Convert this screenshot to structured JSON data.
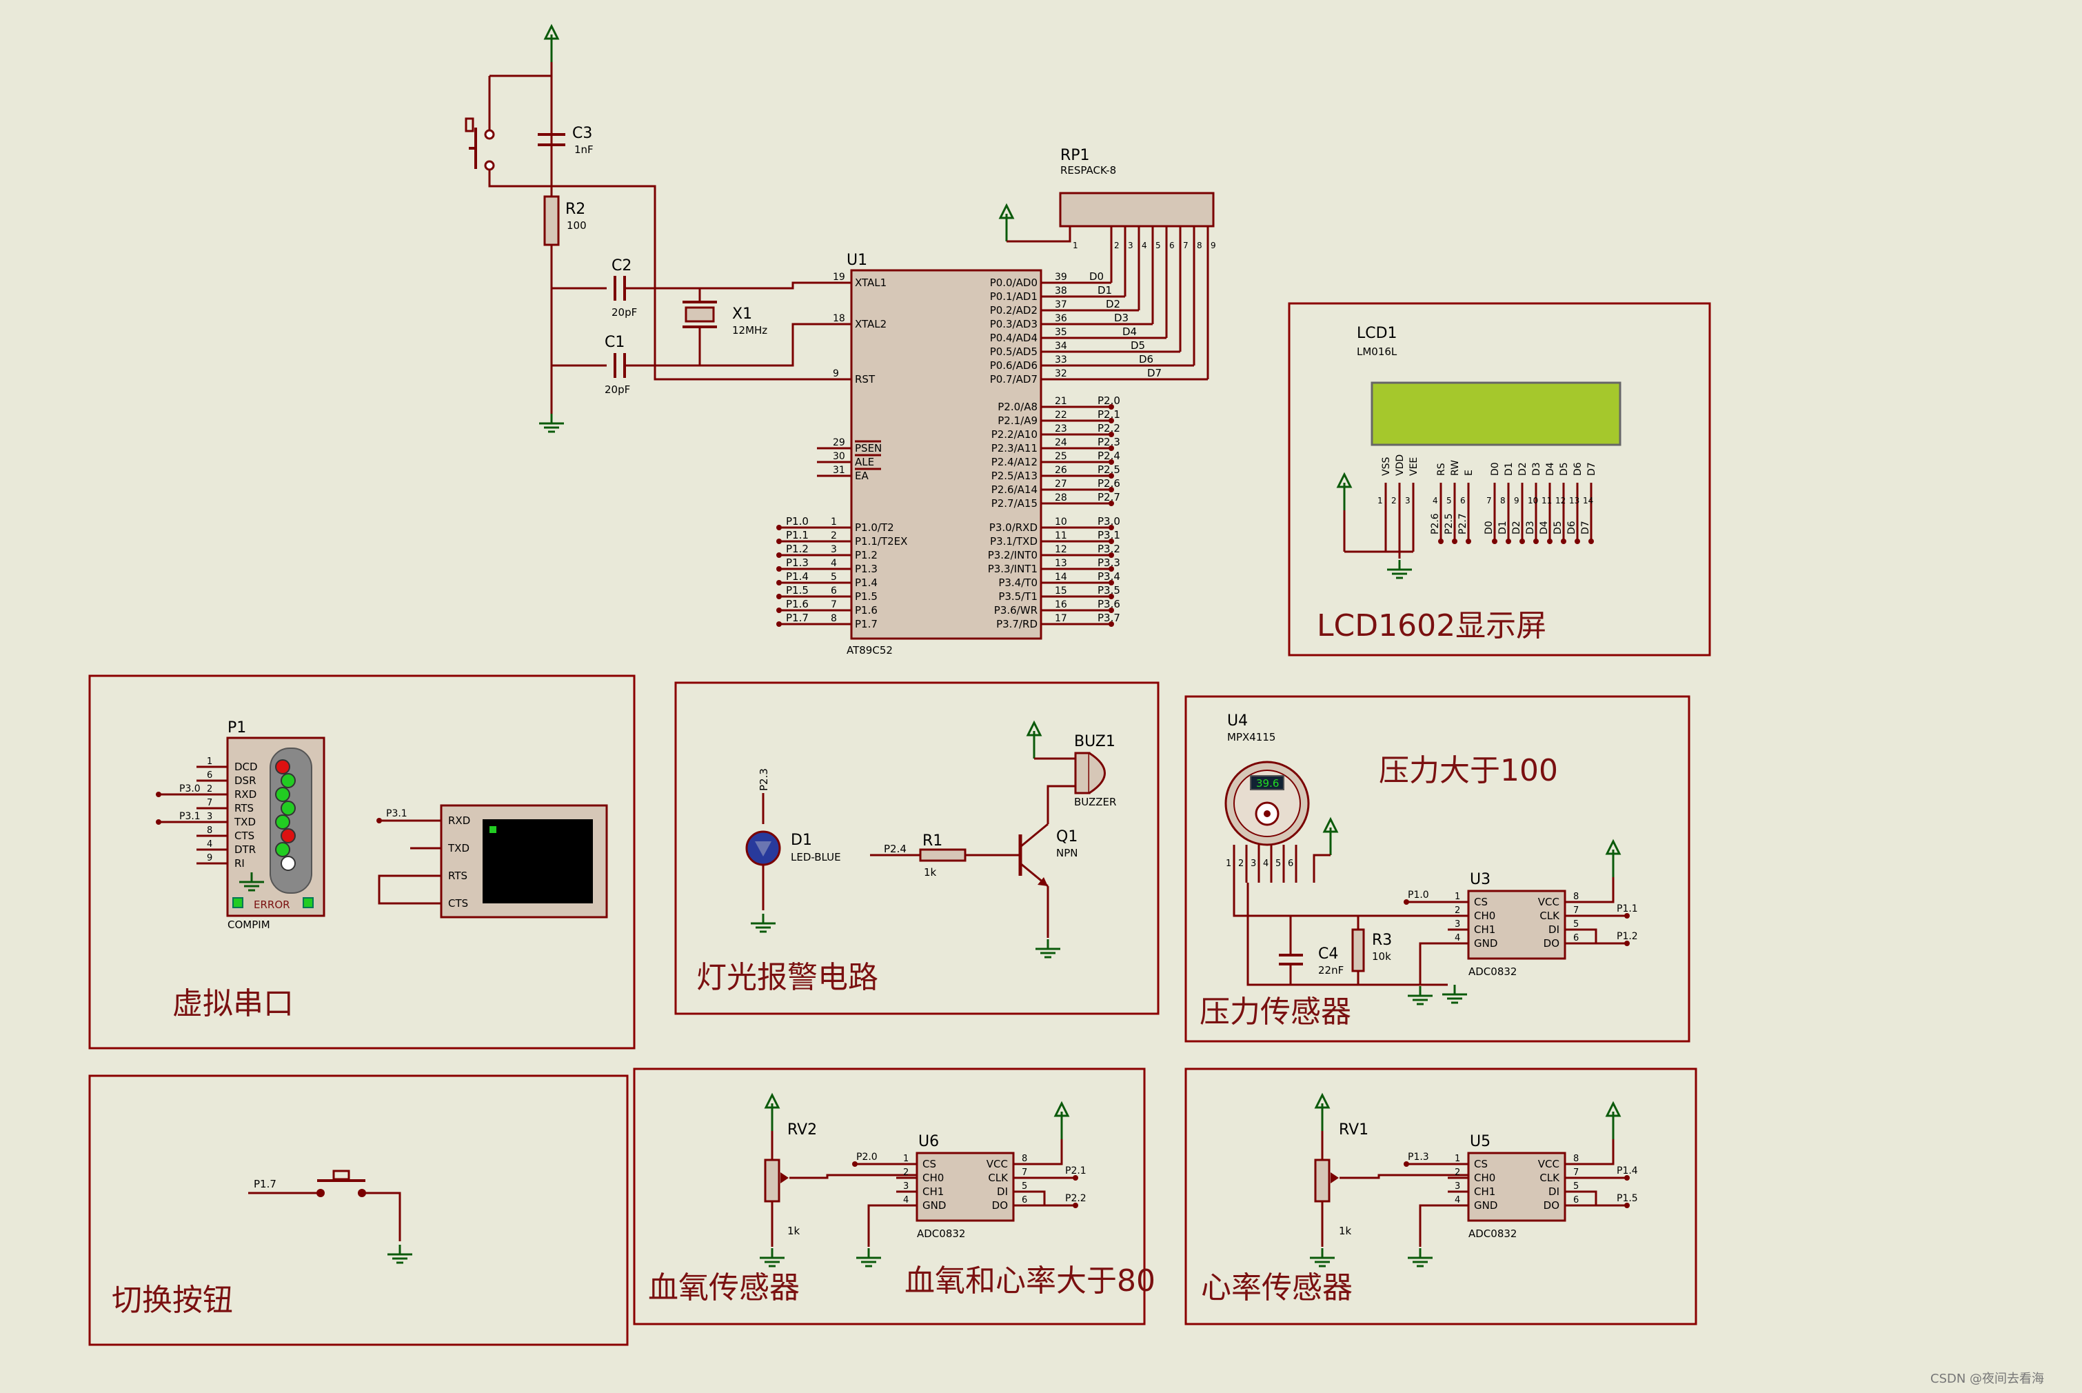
{
  "sections": {
    "lcd_title": "LCD1602显示屏",
    "serial_title": "虚拟串口",
    "light_title": "灯光报警电路",
    "pressure_title": "压力传感器",
    "pressure_note": "压力大于100",
    "switch_title": "切换按钮",
    "spo2_title": "血氧传感器",
    "spo2_note": "血氧和心率大于80",
    "heart_title": "心率传感器"
  },
  "components": {
    "c3": {
      "ref": "C3",
      "value": "1nF"
    },
    "r2": {
      "ref": "R2",
      "value": "100"
    },
    "c2": {
      "ref": "C2",
      "value": "20pF"
    },
    "c1": {
      "ref": "C1",
      "value": "20pF"
    },
    "x1": {
      "ref": "X1",
      "value": "12MHz"
    },
    "rp1": {
      "ref": "RP1",
      "value": "RESPACK-8"
    },
    "u1": {
      "ref": "U1",
      "value": "AT89C52"
    },
    "lcd1": {
      "ref": "LCD1",
      "value": "LM016L"
    },
    "p1": {
      "ref": "P1",
      "value": "COMPIM",
      "error": "ERROR"
    },
    "d1": {
      "ref": "D1",
      "value": "LED-BLUE"
    },
    "r1": {
      "ref": "R1",
      "value": "1k"
    },
    "q1": {
      "ref": "Q1",
      "value": "NPN"
    },
    "buz1": {
      "ref": "BUZ1",
      "value": "BUZZER"
    },
    "u4": {
      "ref": "U4",
      "value": "MPX4115",
      "reading": "39.6"
    },
    "u3": {
      "ref": "U3",
      "value": "ADC0832"
    },
    "c4": {
      "ref": "C4",
      "value": "22nF"
    },
    "r3": {
      "ref": "R3",
      "value": "10k"
    },
    "rv2": {
      "ref": "RV2",
      "value": "1k"
    },
    "u6": {
      "ref": "U6",
      "value": "ADC0832"
    },
    "rv1": {
      "ref": "RV1",
      "value": "1k"
    },
    "u5": {
      "ref": "U5",
      "value": "ADC0832"
    }
  },
  "mcu": {
    "left_pins": [
      {
        "num": "19",
        "name": "XTAL1"
      },
      {
        "num": "18",
        "name": "XTAL2"
      },
      {
        "num": "9",
        "name": "RST"
      },
      {
        "num": "29",
        "name": "PSEN"
      },
      {
        "num": "30",
        "name": "ALE"
      },
      {
        "num": "31",
        "name": "EA"
      }
    ],
    "p1_pins": [
      {
        "num": "1",
        "name": "P1.0/T2",
        "net": "P1.0"
      },
      {
        "num": "2",
        "name": "P1.1/T2EX",
        "net": "P1.1"
      },
      {
        "num": "3",
        "name": "P1.2",
        "net": "P1.2"
      },
      {
        "num": "4",
        "name": "P1.3",
        "net": "P1.3"
      },
      {
        "num": "5",
        "name": "P1.4",
        "net": "P1.4"
      },
      {
        "num": "6",
        "name": "P1.5",
        "net": "P1.5"
      },
      {
        "num": "7",
        "name": "P1.6",
        "net": "P1.6"
      },
      {
        "num": "8",
        "name": "P1.7",
        "net": "P1.7"
      }
    ],
    "p0_pins": [
      {
        "num": "39",
        "name": "P0.0/AD0",
        "net": "D0"
      },
      {
        "num": "38",
        "name": "P0.1/AD1",
        "net": "D1"
      },
      {
        "num": "37",
        "name": "P0.2/AD2",
        "net": "D2"
      },
      {
        "num": "36",
        "name": "P0.3/AD3",
        "net": "D3"
      },
      {
        "num": "35",
        "name": "P0.4/AD4",
        "net": "D4"
      },
      {
        "num": "34",
        "name": "P0.5/AD5",
        "net": "D5"
      },
      {
        "num": "33",
        "name": "P0.6/AD6",
        "net": "D6"
      },
      {
        "num": "32",
        "name": "P0.7/AD7",
        "net": "D7"
      }
    ],
    "p2_pins": [
      {
        "num": "21",
        "name": "P2.0/A8",
        "net": "P2.0"
      },
      {
        "num": "22",
        "name": "P2.1/A9",
        "net": "P2.1"
      },
      {
        "num": "23",
        "name": "P2.2/A10",
        "net": "P2.2"
      },
      {
        "num": "24",
        "name": "P2.3/A11",
        "net": "P2.3"
      },
      {
        "num": "25",
        "name": "P2.4/A12",
        "net": "P2.4"
      },
      {
        "num": "26",
        "name": "P2.5/A13",
        "net": "P2.5"
      },
      {
        "num": "27",
        "name": "P2.6/A14",
        "net": "P2.6"
      },
      {
        "num": "28",
        "name": "P2.7/A15",
        "net": "P2.7"
      }
    ],
    "p3_pins": [
      {
        "num": "10",
        "name": "P3.0/RXD",
        "net": "P3.0"
      },
      {
        "num": "11",
        "name": "P3.1/TXD",
        "net": "P3.1"
      },
      {
        "num": "12",
        "name": "P3.2/INT0",
        "net": "P3.2"
      },
      {
        "num": "13",
        "name": "P3.3/INT1",
        "net": "P3.3"
      },
      {
        "num": "14",
        "name": "P3.4/T0",
        "net": "P3.4"
      },
      {
        "num": "15",
        "name": "P3.5/T1",
        "net": "P3.5"
      },
      {
        "num": "16",
        "name": "P3.6/WR",
        "net": "P3.6"
      },
      {
        "num": "17",
        "name": "P3.7/RD",
        "net": "P3.7"
      }
    ]
  },
  "lcd_pins": [
    {
      "name": "VSS",
      "num": "1",
      "net": ""
    },
    {
      "name": "VDD",
      "num": "2",
      "net": ""
    },
    {
      "name": "VEE",
      "num": "3",
      "net": ""
    },
    {
      "name": "RS",
      "num": "4",
      "net": "P2.6"
    },
    {
      "name": "RW",
      "num": "5",
      "net": "P2.5"
    },
    {
      "name": "E",
      "num": "6",
      "net": "P2.7"
    },
    {
      "name": "D0",
      "num": "7",
      "net": "D0"
    },
    {
      "name": "D1",
      "num": "8",
      "net": "D1"
    },
    {
      "name": "D2",
      "num": "9",
      "net": "D2"
    },
    {
      "name": "D3",
      "num": "10",
      "net": "D3"
    },
    {
      "name": "D4",
      "num": "11",
      "net": "D4"
    },
    {
      "name": "D5",
      "num": "12",
      "net": "D5"
    },
    {
      "name": "D6",
      "num": "13",
      "net": "D6"
    },
    {
      "name": "D7",
      "num": "14",
      "net": "D7"
    }
  ],
  "compim_pins": [
    {
      "num": "1",
      "name": "DCD",
      "net": ""
    },
    {
      "num": "6",
      "name": "DSR",
      "net": ""
    },
    {
      "num": "2",
      "name": "RXD",
      "net": "P3.0"
    },
    {
      "num": "7",
      "name": "RTS",
      "net": ""
    },
    {
      "num": "3",
      "name": "TXD",
      "net": "P3.1"
    },
    {
      "num": "8",
      "name": "CTS",
      "net": ""
    },
    {
      "num": "4",
      "name": "DTR",
      "net": ""
    },
    {
      "num": "9",
      "name": "RI",
      "net": ""
    }
  ],
  "terminal_pins": {
    "rxd": "RXD",
    "txd": "TXD",
    "rts": "RTS",
    "cts": "CTS",
    "net": "P3.1"
  },
  "adc_pins": {
    "left": [
      {
        "num": "1",
        "name": "CS"
      },
      {
        "num": "2",
        "name": "CH0"
      },
      {
        "num": "3",
        "name": "CH1"
      },
      {
        "num": "4",
        "name": "GND"
      }
    ],
    "right": [
      {
        "num": "8",
        "name": "VCC"
      },
      {
        "num": "7",
        "name": "CLK"
      },
      {
        "num": "5",
        "name": "DI"
      },
      {
        "num": "6",
        "name": "DO"
      }
    ]
  },
  "nets": {
    "d1": "P2.3",
    "r1": "P2.4",
    "u3_cs": "P1.0",
    "u3_clk": "P1.1",
    "u3_do": "P1.2",
    "u6_cs": "P2.0",
    "u6_clk": "P2.1",
    "u6_do": "P2.2",
    "u5_cs": "P1.3",
    "u5_clk": "P1.4",
    "u5_do": "P1.5",
    "switch": "P1.7"
  },
  "sensor_pins": [
    "1",
    "2",
    "3",
    "4",
    "5",
    "6"
  ],
  "watermark": "CSDN @夜间去看海"
}
